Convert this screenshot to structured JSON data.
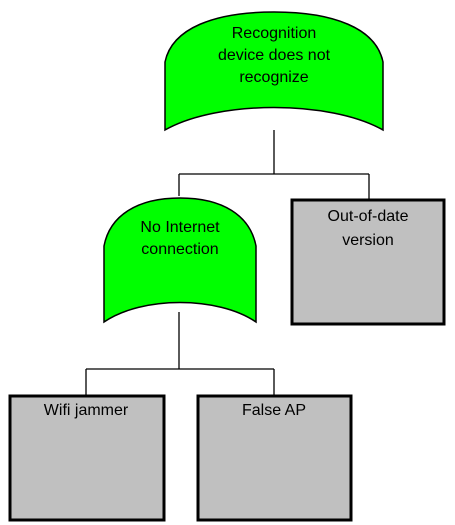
{
  "colors": {
    "gate_fill": "#00ff00",
    "event_fill": "#c0c0c0",
    "stroke": "#000000",
    "background": "#ffffff"
  },
  "top_event": {
    "lines": [
      "Recognition",
      "device does not",
      "recognize"
    ]
  },
  "intermediate_event": {
    "lines": [
      "No Internet",
      "connection"
    ]
  },
  "basic_events": {
    "out_of_date": {
      "lines": [
        "Out-of-date",
        "version"
      ]
    },
    "wifi_jammer": {
      "lines": [
        "Wifi jammer"
      ]
    },
    "false_ap": {
      "lines": [
        "False AP"
      ]
    }
  }
}
